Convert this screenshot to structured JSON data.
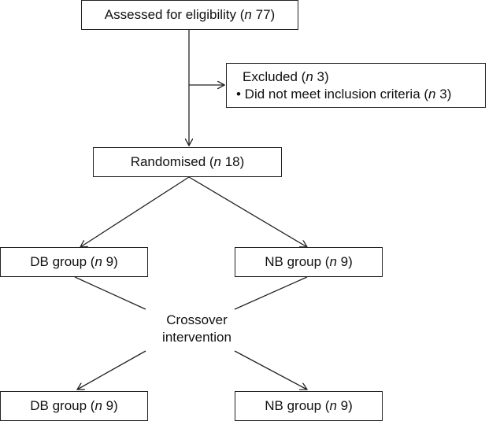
{
  "assessed": {
    "prefix": "Assessed for eligibility (",
    "n_label": "n",
    "value": " 77)"
  },
  "excluded": {
    "title_prefix": "Excluded (",
    "title_n": "n",
    "title_value": " 3)",
    "bullet_prefix": "• Did not meet inclusion criteria (",
    "bullet_n": "n",
    "bullet_value": " 3)"
  },
  "randomised": {
    "prefix": "Randomised (",
    "n_label": "n",
    "value": " 18)"
  },
  "period1": {
    "db": {
      "prefix": "DB group (",
      "n_label": "n",
      "value": " 9)"
    },
    "nb": {
      "prefix": "NB group (",
      "n_label": "n",
      "value": " 9)"
    }
  },
  "crossover": {
    "line1": "Crossover",
    "line2": "intervention"
  },
  "period2": {
    "db": {
      "prefix": "DB group (",
      "n_label": "n",
      "value": " 9)"
    },
    "nb": {
      "prefix": "NB group (",
      "n_label": "n",
      "value": " 9)"
    }
  }
}
